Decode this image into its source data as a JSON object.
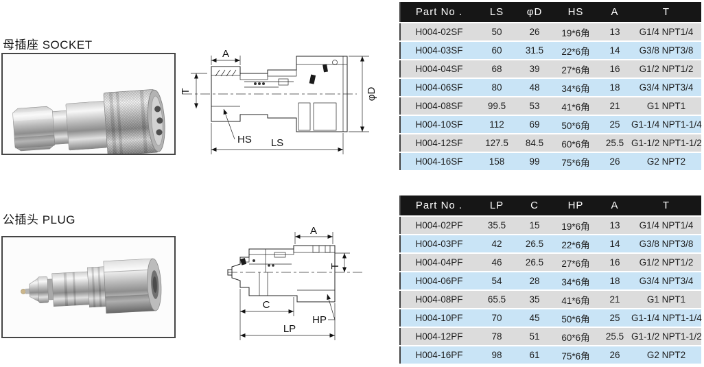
{
  "socket_section": {
    "title": "母插座 SOCKET",
    "drawing_labels": {
      "a": "A",
      "t": "T",
      "hs": "HS",
      "ls": "LS",
      "d": "φD"
    }
  },
  "plug_section": {
    "title": "公插头 PLUG",
    "drawing_labels": {
      "a": "A",
      "t": "T",
      "c": "C",
      "hp": "HP",
      "lp": "LP"
    }
  },
  "socket_table": {
    "headers": [
      "Part No .",
      "LS",
      "φD",
      "HS",
      "A",
      "T"
    ],
    "rows": [
      [
        "H004-02SF",
        "50",
        "26",
        "19*6角",
        "13",
        "G1/4 NPT1/4"
      ],
      [
        "H004-03SF",
        "60",
        "31.5",
        "22*6角",
        "14",
        "G3/8 NPT3/8"
      ],
      [
        "H004-04SF",
        "68",
        "39",
        "27*6角",
        "16",
        "G1/2 NPT1/2"
      ],
      [
        "H004-06SF",
        "80",
        "48",
        "34*6角",
        "18",
        "G3/4 NPT3/4"
      ],
      [
        "H004-08SF",
        "99.5",
        "53",
        "41*6角",
        "21",
        "G1 NPT1"
      ],
      [
        "H004-10SF",
        "112",
        "69",
        "50*6角",
        "25",
        "G1-1/4 NPT1-1/4"
      ],
      [
        "H004-12SF",
        "127.5",
        "84.5",
        "60*6角",
        "25.5",
        "G1-1/2 NPT1-1/2"
      ],
      [
        "H004-16SF",
        "158",
        "99",
        "75*6角",
        "26",
        "G2 NPT2"
      ]
    ]
  },
  "plug_table": {
    "headers": [
      "Part No .",
      "LP",
      "C",
      "HP",
      "A",
      "T"
    ],
    "rows": [
      [
        "H004-02PF",
        "35.5",
        "15",
        "19*6角",
        "13",
        "G1/4 NPT1/4"
      ],
      [
        "H004-03PF",
        "42",
        "26.5",
        "22*6角",
        "14",
        "G3/8 NPT3/8"
      ],
      [
        "H004-04PF",
        "46",
        "26.5",
        "27*6角",
        "16",
        "G1/2 NPT1/2"
      ],
      [
        "H004-06PF",
        "54",
        "28",
        "34*6角",
        "18",
        "G3/4 NPT3/4"
      ],
      [
        "H004-08PF",
        "65.5",
        "35",
        "41*6角",
        "21",
        "G1 NPT1"
      ],
      [
        "H004-10PF",
        "70",
        "45",
        "50*6角",
        "25",
        "G1-1/4 NPT1-1/4"
      ],
      [
        "H004-12PF",
        "78",
        "51",
        "60*6角",
        "25.5",
        "G1-1/2 NPT1-1/2"
      ],
      [
        "H004-16PF",
        "98",
        "61",
        "75*6角",
        "26",
        "G2 NPT2"
      ]
    ]
  },
  "colors": {
    "header_bg": "#161616",
    "header_text": "#ffffff",
    "row_gray": "#dcdcdc",
    "row_blue": "#c9e4f6",
    "drawing_line": "#222222",
    "photo_border": "#454545"
  }
}
